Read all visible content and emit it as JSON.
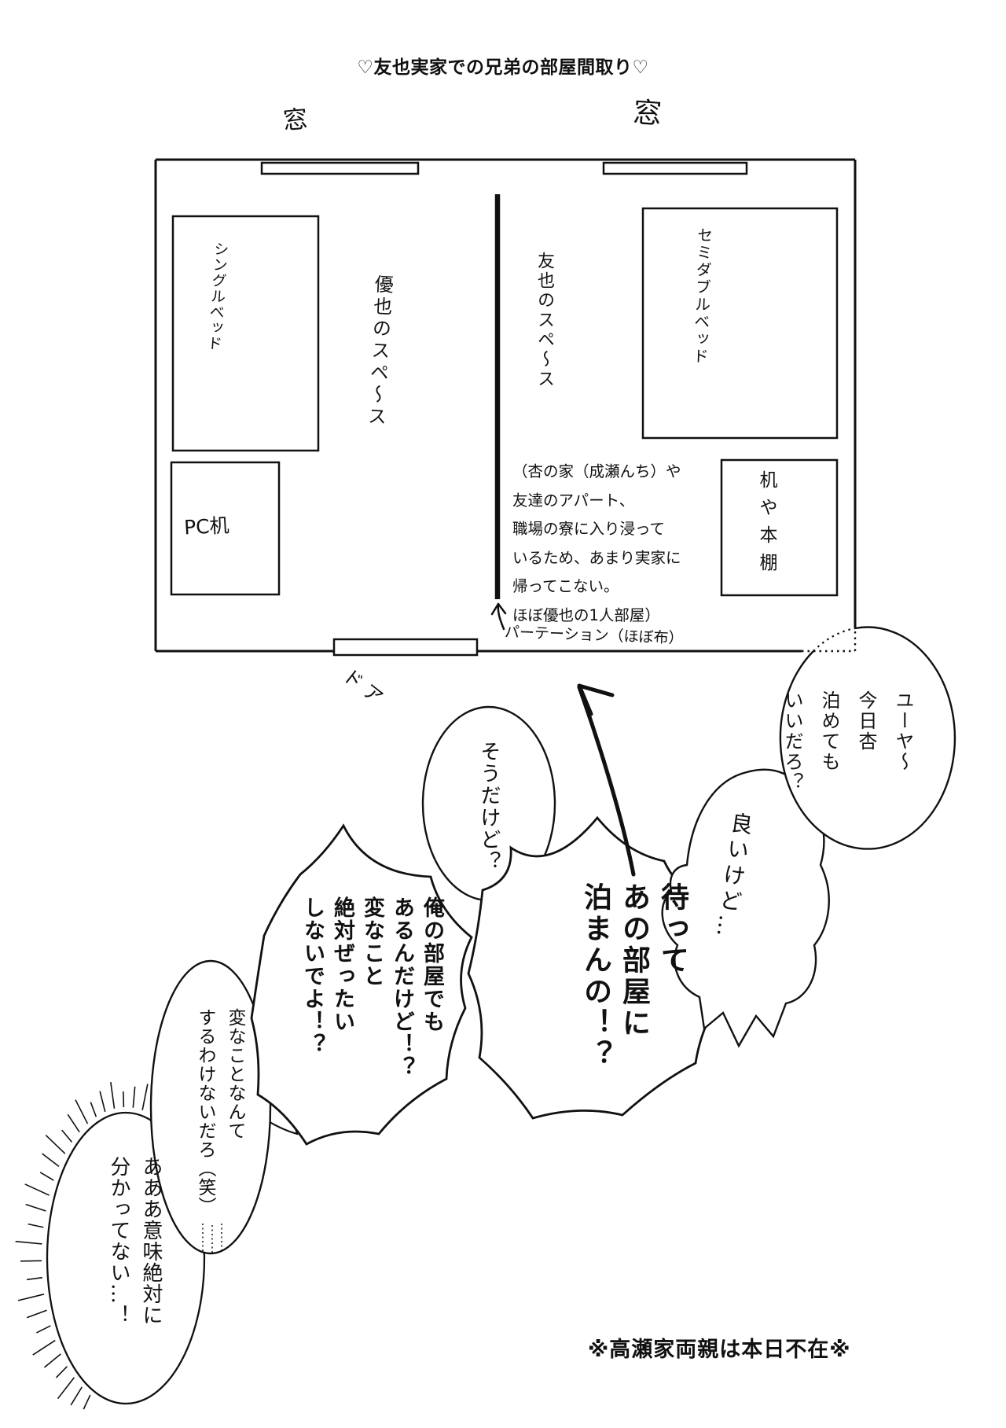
{
  "page": {
    "background": "#ffffff",
    "ink": "#111111"
  },
  "title": "♡友也実家での兄弟の部屋間取り♡",
  "floorplan": {
    "window_label_left": "窓",
    "window_label_right": "窓",
    "furniture": {
      "single_bed": "シングルベッド",
      "pc_desk": "PC机",
      "semi_double_bed": "セミダブルベッド",
      "desk_and_bookshelf": "机や本棚"
    },
    "areas": {
      "yuya_space": "優也のスペ～ス",
      "tomoya_space": "友也のスペ～ス"
    },
    "door_label": "ドア",
    "partition_label": "パーテーション（ほぼ布）",
    "note": "（杏の家（成瀬んち）や\n友達のアパート、\n職場の寮に入り浸って\nいるため、あまり実家に\n帰ってこない。\nほぼ優也の1人部屋）"
  },
  "dialogue": {
    "bubbles": [
      {
        "id": "stay-request",
        "text": "ユーヤ～\n今日杏\n泊めても\nいいだろ？"
      },
      {
        "id": "ii-kedo",
        "text": "良いけど…"
      },
      {
        "id": "matte-shout",
        "text": "待って\nあの部屋に\n泊まんの！？"
      },
      {
        "id": "sou-dakedo",
        "text": "そうだけど？"
      },
      {
        "id": "ore-no-heya-shout",
        "text": "俺の部屋でも\nあるんだけど！？\n変なこと\n絶対ぜったい\nしないでよ！？"
      },
      {
        "id": "hen-na-koto",
        "text": "変なことなんて\nするわけないだろ（笑）"
      },
      {
        "id": "imi-wakattenai",
        "text": "あああ意味絶対に\n分かってない…！"
      }
    ]
  },
  "footnote": "※高瀬家両親は本日不在※"
}
